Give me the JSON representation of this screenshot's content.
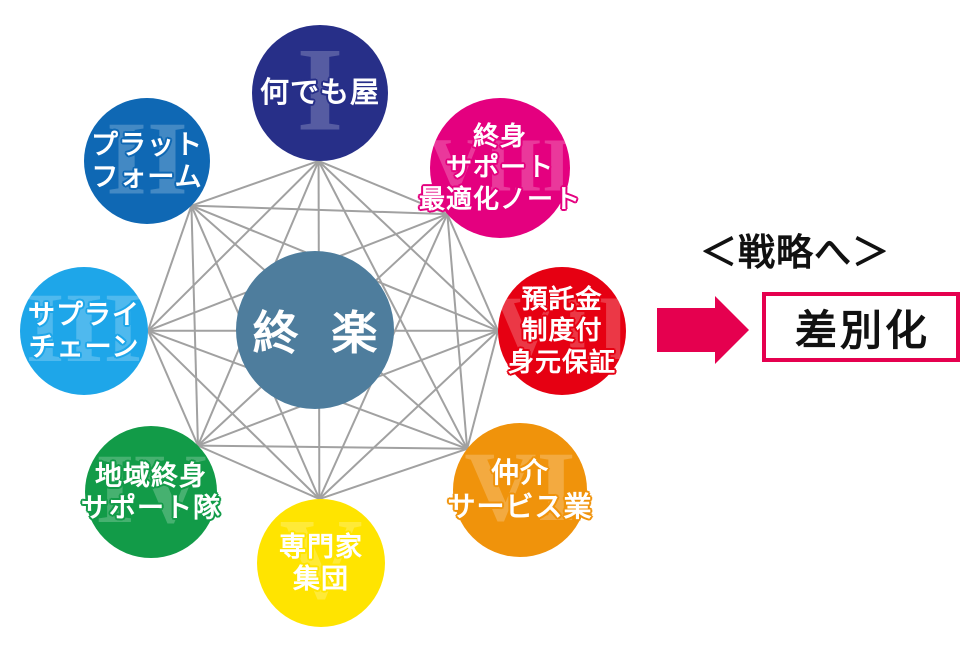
{
  "diagram": {
    "center": {
      "label": "終 楽",
      "color": "#4e7d9d"
    },
    "line_color": "#a1a1a1",
    "nodes": [
      {
        "numeral": "I",
        "color": "#272f88",
        "label_lines": [
          "何でも屋"
        ]
      },
      {
        "numeral": "II",
        "color": "#0f68b4",
        "label_lines": [
          "プラット",
          "フォーム"
        ]
      },
      {
        "numeral": "III",
        "color": "#1ea6e9",
        "label_lines": [
          "サプライ",
          "チェーン"
        ]
      },
      {
        "numeral": "IV",
        "color": "#129b48",
        "label_lines": [
          "地域終身",
          "サポート隊"
        ]
      },
      {
        "numeral": "V",
        "color": "#ffe400",
        "label_lines": [
          "専門家",
          "集団"
        ]
      },
      {
        "numeral": "VI",
        "color": "#f0930b",
        "label_lines": [
          "仲介",
          "サービス業"
        ]
      },
      {
        "numeral": "VII",
        "color": "#e60012",
        "label_lines": [
          "預託金",
          "制度付",
          "身元保証"
        ]
      },
      {
        "numeral": "VIII",
        "color": "#e4007f",
        "label_lines": [
          "終身",
          "サポート",
          "最適化ノート"
        ]
      }
    ]
  },
  "strategy": {
    "heading": "＜戦略へ＞",
    "result": "差別化",
    "arrow_color": "#e5004f",
    "box_border_color": "#e5004f"
  }
}
